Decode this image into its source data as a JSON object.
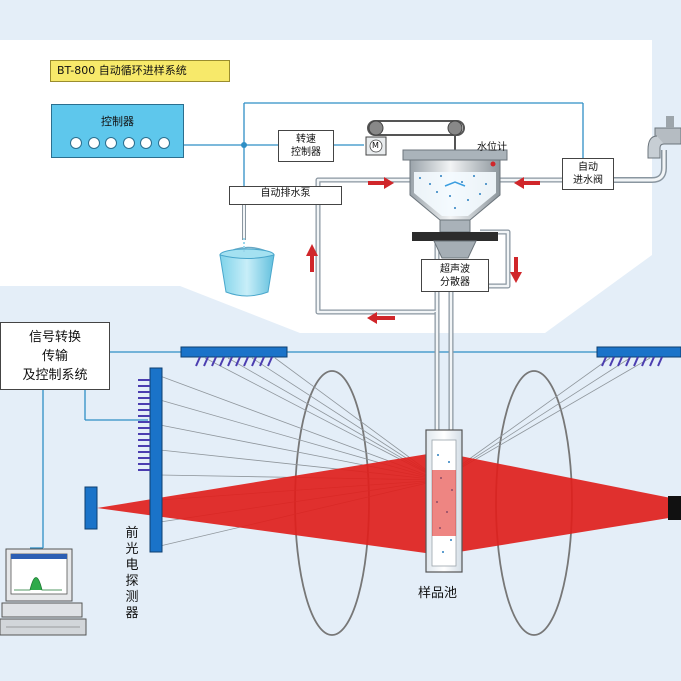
{
  "system_title": "BT-800 自动循环进样系统",
  "controller": {
    "label": "控制器",
    "indicator_count": 6
  },
  "speed_controller": {
    "line1": "转速",
    "line2": "控制器"
  },
  "motor_symbol": "M",
  "water_level_gauge": "水位计",
  "auto_inlet_valve": {
    "line1": "自动",
    "line2": "进水阀"
  },
  "auto_drain_pump": "自动排水泵",
  "ultrasonic_disperser": {
    "line1": "超声波",
    "line2": "分散器"
  },
  "signal_system": {
    "line1": "信号转换",
    "line2": "传输",
    "line3": "及控制系统"
  },
  "front_detector": [
    "前",
    "光",
    "电",
    "探",
    "测",
    "器"
  ],
  "sample_cell": "样品池",
  "colors": {
    "background": "#e4eef8",
    "panel": "#ffffff",
    "pipe": "#2f8fc5",
    "laser": "#e0201c",
    "flow_arrow": "#d0262a",
    "title_box": "#f7e96a",
    "controller_box": "#5ec7ec",
    "detector": "#1a73c9"
  }
}
